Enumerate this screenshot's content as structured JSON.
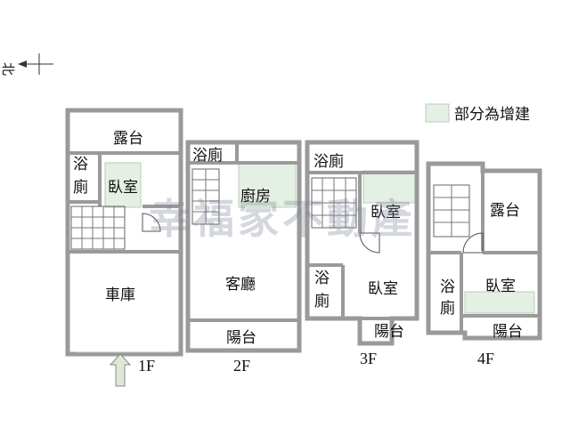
{
  "compass": {
    "label": "北"
  },
  "legend": {
    "label": "部分為增建",
    "swatch_color": "#e4f0e4"
  },
  "watermark": "幸福家不動產",
  "entry_arrow_color": "#dfe8d2",
  "floors": [
    {
      "name": "1F",
      "rooms": {
        "terrace": "露台",
        "bath": "浴\n廁",
        "bedroom": "臥室",
        "garage": "車庫"
      }
    },
    {
      "name": "2F",
      "rooms": {
        "bath": "浴廁",
        "kitchen": "廚房",
        "living": "客廳",
        "balcony": "陽台"
      }
    },
    {
      "name": "3F",
      "rooms": {
        "bath_top": "浴廁",
        "bedroom_top": "臥室",
        "bath_side": "浴\n廁",
        "bedroom_bottom": "臥室",
        "balcony": "陽台"
      }
    },
    {
      "name": "4F",
      "rooms": {
        "terrace": "露台",
        "bath": "浴\n廁",
        "bedroom": "臥室",
        "balcony": "陽台"
      }
    }
  ]
}
